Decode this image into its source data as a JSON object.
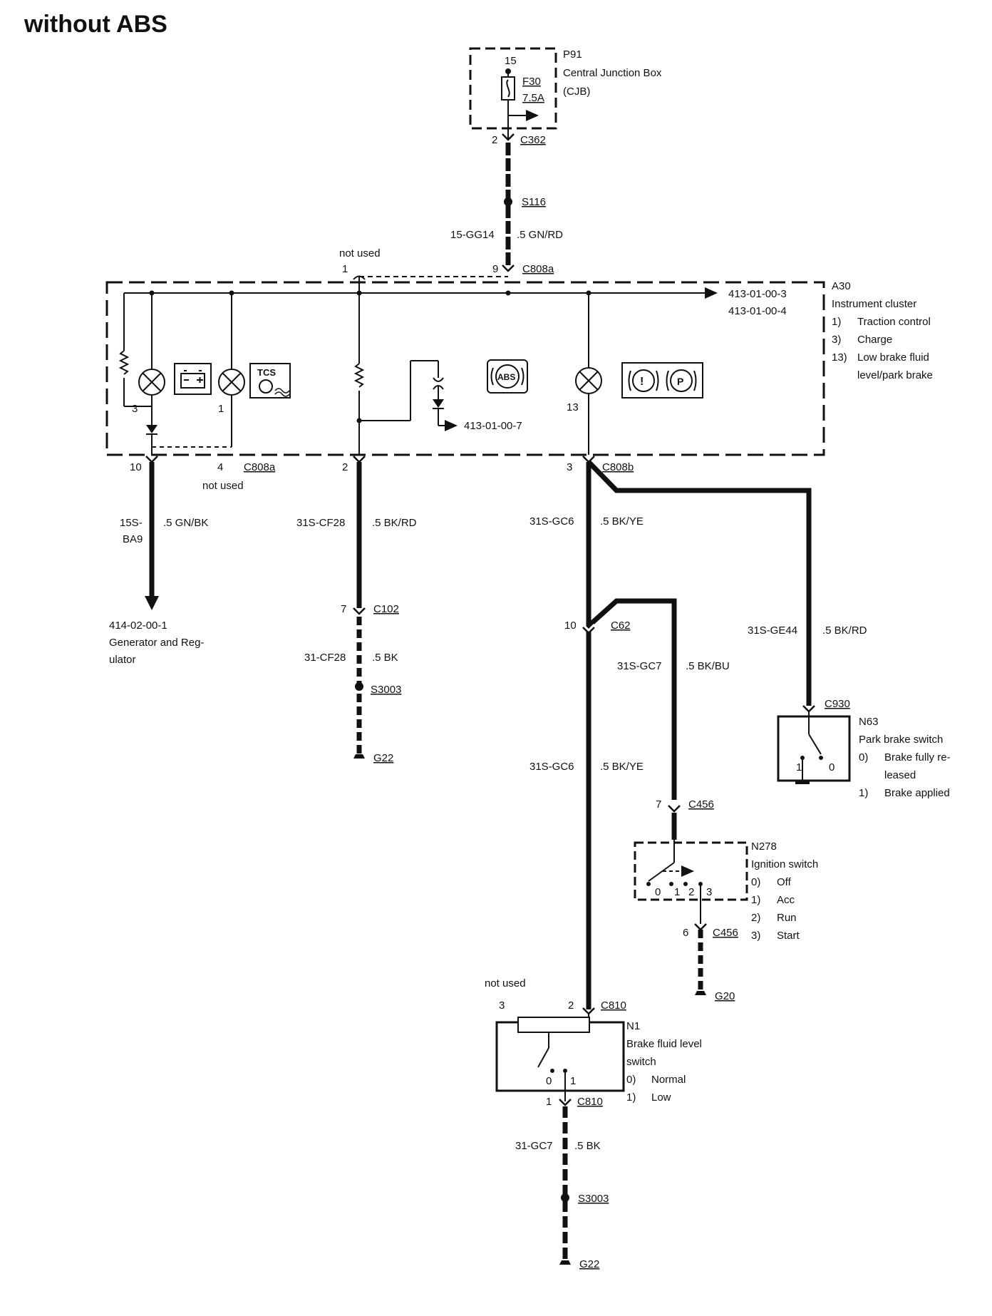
{
  "heading": "without ABS",
  "p91": {
    "id": "P91",
    "name": "Central Junction Box",
    "abbr": "(CJB)",
    "pin": "15",
    "fuse": "F30",
    "fuse_rating": "7.5A",
    "out_pin": "2",
    "connector": "C362"
  },
  "feed": {
    "splice": "S116",
    "circuit": "15-GG14",
    "wire": ".5 GN/RD"
  },
  "a30": {
    "id": "A30",
    "name": "Instrument cluster",
    "ref_top_1": "413-01-00-3",
    "ref_top_2": "413-01-00-4",
    "ref_mid": "413-01-00-7",
    "legend": [
      {
        "n": "1)",
        "text": "Traction control"
      },
      {
        "n": "3)",
        "text": "Charge"
      },
      {
        "n": "13)",
        "text": "Low brake fluid"
      },
      {
        "n": "",
        "text": "level/park brake"
      }
    ],
    "top_pin_1": "1",
    "top_pin_9": "9",
    "top_connector": "C808a",
    "top_not_used": "not used",
    "lamp_num_3": "3",
    "lamp_num_1": "1",
    "lamp_num_13": "13",
    "tcs_label": "TCS",
    "abs_label": "ABS",
    "p_label": "P",
    "excl_label": "!",
    "bot_pin_10": "10",
    "bot_pin_4": "4",
    "bot_conn_a": "C808a",
    "bot_not_used": "not used",
    "bot_pin_2": "2",
    "bot_pin_3": "3",
    "bot_conn_b": "C808b"
  },
  "gen_branch": {
    "circuit_1": "15S-",
    "circuit_2": "BA9",
    "wire": ".5 GN/BK",
    "ref": "414-02-00-1",
    "name_1": "Generator and Reg-",
    "name_2": "ulator"
  },
  "c102_branch": {
    "circuit": "31S-CF28",
    "wire": ".5 BK/RD",
    "pin": "7",
    "connector": "C102",
    "circuit_2": "31-CF28",
    "wire_2": ".5 BK",
    "splice": "S3003",
    "ground": "G22"
  },
  "gc6_branch": {
    "circuit": "31S-GC6",
    "wire": ".5 BK/YE",
    "pin": "10",
    "connector": "C62",
    "circuit_b": "31S-GC6",
    "wire_b": ".5 BK/YE"
  },
  "park_branch": {
    "circuit": "31S-GE44",
    "wire": ".5 BK/RD",
    "connector": "C930",
    "id": "N63",
    "name": "Park brake switch",
    "legend": [
      {
        "n": "0)",
        "text": "Brake fully re-"
      },
      {
        "n": "",
        "text": "leased"
      },
      {
        "n": "1)",
        "text": "Brake applied"
      }
    ],
    "pos_1": "1",
    "pos_0": "0"
  },
  "ign_branch": {
    "circuit": "31S-GC7",
    "wire": ".5 BK/BU",
    "pin_7": "7",
    "connector": "C456",
    "id": "N278",
    "name": "Ignition switch",
    "legend": [
      {
        "n": "0)",
        "text": "Off"
      },
      {
        "n": "1)",
        "text": "Acc"
      },
      {
        "n": "2)",
        "text": "Run"
      },
      {
        "n": "3)",
        "text": "Start"
      }
    ],
    "pos_0": "0",
    "pos_1": "1",
    "pos_2": "2",
    "pos_3": "3",
    "pin_6": "6",
    "connector_2": "C456",
    "ground": "G20"
  },
  "n1": {
    "not_used": "not used",
    "pin_3": "3",
    "pin_2": "2",
    "connector": "C810",
    "id": "N1",
    "name_1": "Brake fluid level",
    "name_2": "switch",
    "legend": [
      {
        "n": "0)",
        "text": "Normal"
      },
      {
        "n": "1)",
        "text": "Low"
      }
    ],
    "pos_0": "0",
    "pos_1": "1",
    "out_pin": "1",
    "out_connector": "C810",
    "circuit": "31-GC7",
    "wire": ".5 BK",
    "splice": "S3003",
    "ground": "G22"
  }
}
